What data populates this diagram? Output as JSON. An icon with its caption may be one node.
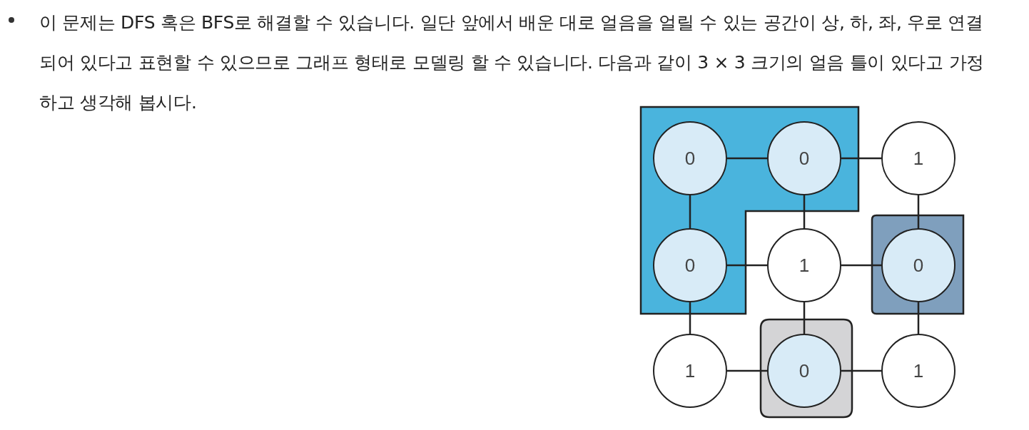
{
  "diagram": {
    "nodes": [
      {
        "text": [],
        "shape": "box"
      },
      {
        "text": [
          "0"
        ],
        "in": 0
      },
      {
        "text": [
          "0"
        ],
        "in": 0
      },
      {
        "text": [
          "1"
        ]
      },
      {
        "text": [
          "0"
        ],
        "in": 0
      },
      {
        "text": [
          "1"
        ]
      },
      {
        "text": [],
        "shape": "box"
      },
      {
        "text": [
          "0"
        ],
        "in": 6
      },
      {
        "text": [
          "1"
        ]
      },
      {
        "text": [],
        "shape": "box"
      },
      {
        "text": [
          "0"
        ],
        "in": 9
      },
      {
        "text": [
          "1"
        ]
      }
    ],
    "edges": [
      {
        "from": 1,
        "to": 2,
        "arrow": "none"
      },
      {
        "from": 2,
        "to": 3,
        "arrow": "none"
      },
      {
        "from": 4,
        "to": 5,
        "arrow": "none"
      },
      {
        "from": 5,
        "to": 7,
        "arrow": "none"
      },
      {
        "from": 8,
        "to": 10,
        "arrow": "none"
      },
      {
        "from": 10,
        "to": 11,
        "arrow": "none"
      },
      {
        "from": 1,
        "to": 4,
        "arrow": "none"
      },
      {
        "from": 4,
        "to": 8,
        "arrow": "none"
      },
      {
        "from": 2,
        "to": 5,
        "arrow": "none"
      },
      {
        "from": 5,
        "to": 10,
        "arrow": "none"
      },
      {
        "from": 3,
        "to": 7,
        "arrow": "none"
      },
      {
        "from": 7,
        "to": 11,
        "arrow": "none"
      }
    ],
    "labels": [
      "이 문제는 DFS 혹은 BFS로 해결할 수 있습니다. 일단 앞에서 배운 대로 얼음을 얼릴 수 있는 공간이 상, 하, 좌, 우로 연결되어 있다고 표현할 수 있으므로 그래프 형태로 모델링 할 수 있습니다. 다음과 같이 3 × 3 크기의 얼음 틀이 있다고 가정하고 생각해 봅시다."
    ]
  }
}
